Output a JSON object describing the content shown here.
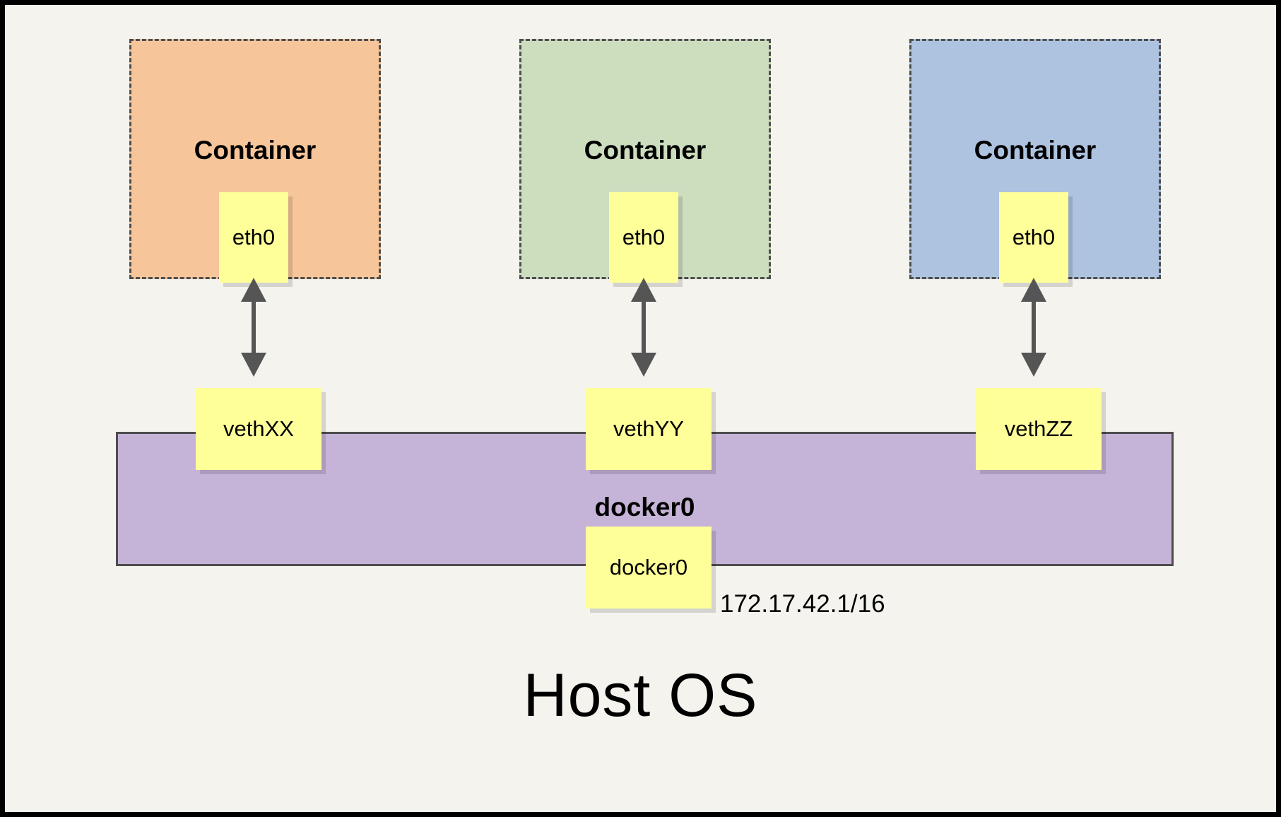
{
  "diagram": {
    "title_bottom": "Host OS",
    "frame_color": "#000000",
    "background_color": "#f4f3ee",
    "containers": [
      {
        "label": "Container",
        "fill": "#f6c59a",
        "interface": "eth0",
        "veth": "vethXX",
        "arrow": "double-headed-vertical-arrow"
      },
      {
        "label": "Container",
        "fill": "#cddebf",
        "interface": "eth0",
        "veth": "vethYY",
        "arrow": "double-headed-vertical-arrow"
      },
      {
        "label": "Container",
        "fill": "#aec3e0",
        "interface": "eth0",
        "veth": "vethZZ",
        "arrow": "double-headed-vertical-arrow"
      }
    ],
    "bridge": {
      "title": "docker0",
      "device_label": "docker0",
      "fill": "#c6b3d8",
      "border_color": "#4d4d4d",
      "ip_address": "172.17.42.1/16"
    },
    "note_fill": "#ffff99",
    "arrow_color": "#555555",
    "dash_color": "#4d4d4d"
  }
}
